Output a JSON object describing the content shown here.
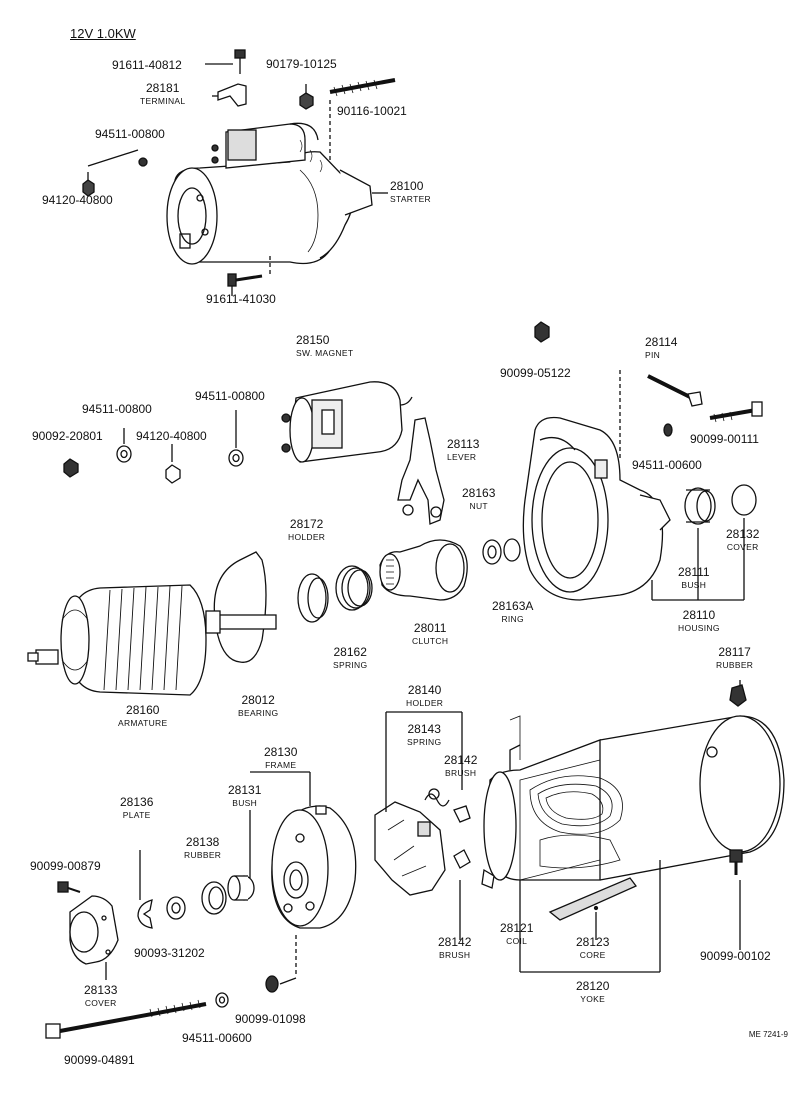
{
  "header": "12V  1.0KW",
  "drawing_code": "ME 7241-9",
  "parts": [
    {
      "id": "p91611_40812",
      "number": "91611-40812",
      "name": ""
    },
    {
      "id": "p28181",
      "number": "28181",
      "name": "TERMINAL"
    },
    {
      "id": "p90179_10125",
      "number": "90179-10125",
      "name": ""
    },
    {
      "id": "p90116_10021",
      "number": "90116-10021",
      "name": ""
    },
    {
      "id": "p94511_00800a",
      "number": "94511-00800",
      "name": ""
    },
    {
      "id": "p94120_40800a",
      "number": "94120-40800",
      "name": ""
    },
    {
      "id": "p28100",
      "number": "28100",
      "name": "STARTER"
    },
    {
      "id": "p91611_41030",
      "number": "91611-41030",
      "name": ""
    },
    {
      "id": "p28150",
      "number": "28150",
      "name": "SW. MAGNET"
    },
    {
      "id": "p90099_05122",
      "number": "90099-05122",
      "name": ""
    },
    {
      "id": "p28114",
      "number": "28114",
      "name": "PIN"
    },
    {
      "id": "p94511_00800b",
      "number": "94511-00800",
      "name": ""
    },
    {
      "id": "p94511_00800c",
      "number": "94511-00800",
      "name": ""
    },
    {
      "id": "p90092_20801",
      "number": "90092-20801",
      "name": ""
    },
    {
      "id": "p94120_40800b",
      "number": "94120-40800",
      "name": ""
    },
    {
      "id": "p28113",
      "number": "28113",
      "name": "LEVER"
    },
    {
      "id": "p90099_00111",
      "number": "90099-00111",
      "name": ""
    },
    {
      "id": "p94511_00600a",
      "number": "94511-00600",
      "name": ""
    },
    {
      "id": "p28163",
      "number": "28163",
      "name": "NUT"
    },
    {
      "id": "p28172",
      "number": "28172",
      "name": "HOLDER"
    },
    {
      "id": "p28132",
      "number": "28132",
      "name": "COVER"
    },
    {
      "id": "p28111",
      "number": "28111",
      "name": "BUSH"
    },
    {
      "id": "p28163A",
      "number": "28163A",
      "name": "RING"
    },
    {
      "id": "p28011",
      "number": "28011",
      "name": "CLUTCH"
    },
    {
      "id": "p28110",
      "number": "28110",
      "name": "HOUSING"
    },
    {
      "id": "p28162",
      "number": "28162",
      "name": "SPRING"
    },
    {
      "id": "p28117",
      "number": "28117",
      "name": "RUBBER"
    },
    {
      "id": "p28012",
      "number": "28012",
      "name": "BEARING"
    },
    {
      "id": "p28160",
      "number": "28160",
      "name": "ARMATURE"
    },
    {
      "id": "p28140",
      "number": "28140",
      "name": "HOLDER"
    },
    {
      "id": "p28143",
      "number": "28143",
      "name": "SPRING"
    },
    {
      "id": "p28130",
      "number": "28130",
      "name": "FRAME"
    },
    {
      "id": "p28142a",
      "number": "28142",
      "name": "BRUSH"
    },
    {
      "id": "p28131",
      "number": "28131",
      "name": "BUSH"
    },
    {
      "id": "p28136",
      "number": "28136",
      "name": "PLATE"
    },
    {
      "id": "p28138",
      "number": "28138",
      "name": "RUBBER"
    },
    {
      "id": "p90099_00879",
      "number": "90099-00879",
      "name": ""
    },
    {
      "id": "p90093_31202",
      "number": "90093-31202",
      "name": ""
    },
    {
      "id": "p28142b",
      "number": "28142",
      "name": "BRUSH"
    },
    {
      "id": "p28121",
      "number": "28121",
      "name": "COIL"
    },
    {
      "id": "p28123",
      "number": "28123",
      "name": "CORE"
    },
    {
      "id": "p90099_00102",
      "number": "90099-00102",
      "name": ""
    },
    {
      "id": "p28133",
      "number": "28133",
      "name": "COVER"
    },
    {
      "id": "p28120",
      "number": "28120",
      "name": "YOKE"
    },
    {
      "id": "p90099_01098",
      "number": "90099-01098",
      "name": ""
    },
    {
      "id": "p94511_00600b",
      "number": "94511-00600",
      "name": ""
    },
    {
      "id": "p90099_04891",
      "number": "90099-04891",
      "name": ""
    }
  ]
}
